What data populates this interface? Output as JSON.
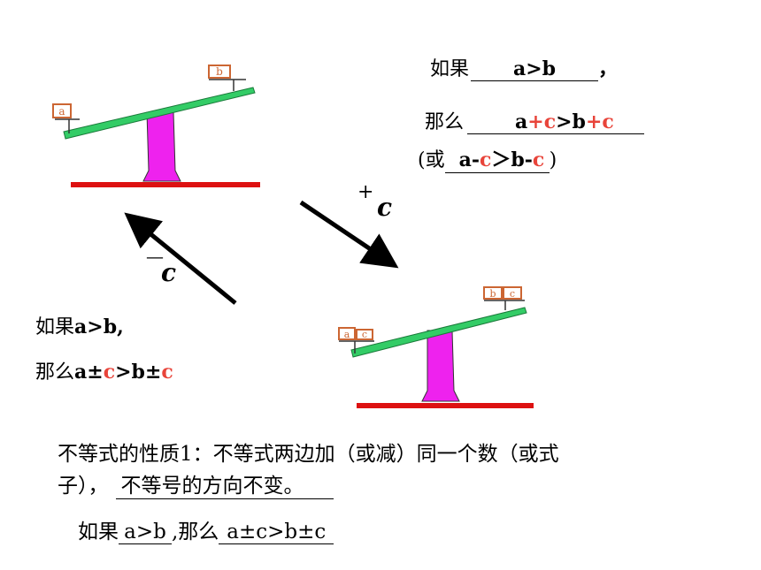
{
  "colors": {
    "accent": "#e8443a",
    "beam": "#33cc66",
    "pillar": "#ee22ee",
    "base": "#dd1111",
    "weight": "#cc6633"
  },
  "seesaw1": {
    "left_weight": "a",
    "right_weight": "b"
  },
  "seesaw2": {
    "left_weights": [
      "a",
      "c"
    ],
    "right_weights": [
      "b",
      "c"
    ]
  },
  "arrows": {
    "forward_label": "+",
    "forward_var": "c",
    "back_label": "—",
    "back_var": "c"
  },
  "top_right": {
    "if_word": "如果",
    "if_expr": "a>b",
    "comma": "，",
    "then_word": "那么",
    "then_a": "a",
    "then_plus1": "+c",
    "then_gt": ">b",
    "then_plus2": "+c",
    "or_open": "(或",
    "or_a": "a-",
    "or_c1": "c",
    "or_gt": "＞b-",
    "or_c2": "c",
    "or_close": ")"
  },
  "left_rule": {
    "line1_word": "如果",
    "line1_expr": "a>b,",
    "line2_word": "那么",
    "line2_a": "a±",
    "line2_c1": "c",
    "line2_gt": ">b±",
    "line2_c2": "c"
  },
  "property": {
    "line1": "不等式的性质1：不等式两边加（或减）同一个数（或式",
    "line2_start": "子），",
    "line2_blank": "不等号的方向不变。",
    "line3_word1": "如果",
    "line3_expr1": "a>b",
    "line3_word2": ",那么",
    "line3_expr2": "a±c>b±c"
  }
}
